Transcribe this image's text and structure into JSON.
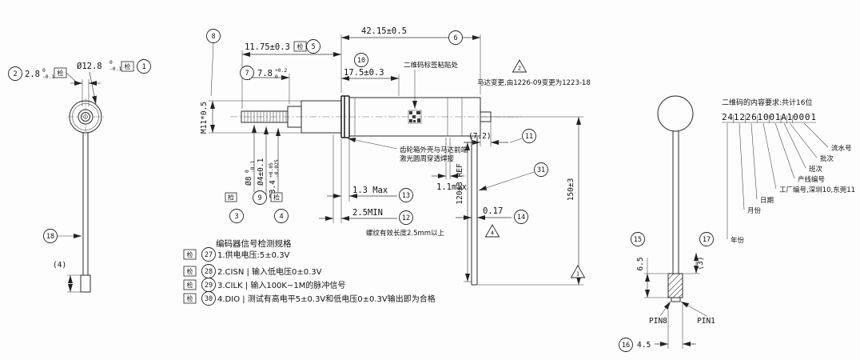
{
  "meta": {
    "ink_color": "#1d1d1d",
    "background_color": "#ffffff"
  },
  "labels": {
    "inspect": "检"
  },
  "balloons": {
    "b1": "1",
    "b2": "2",
    "b3": "3",
    "b4": "4",
    "b5": "5",
    "b6": "6",
    "b7": "7",
    "b8": "8",
    "b9": "9",
    "b10": "10",
    "b11": "11",
    "b12": "12",
    "b13": "13",
    "b14": "14",
    "b15": "15",
    "b16": "16",
    "b17": "17",
    "b18": "18",
    "b27": "27",
    "b28": "28",
    "b29": "29",
    "b30": "30",
    "b31": "31"
  },
  "triangles": {
    "t1": "1",
    "t2": "2",
    "t4": "4"
  },
  "left_view": {
    "dim_hub": {
      "val": "2.8",
      "up": "0",
      "low": "-0.1"
    },
    "dim_outer": {
      "val": "Ø12.8",
      "up": "0",
      "low": "-0.1"
    },
    "dim_tip": "(4)"
  },
  "main_view": {
    "dim_total": "42.15±0.5",
    "dim_front": "11.75±0.3",
    "dim_stud": {
      "val": "7.8",
      "up": "+0.2",
      "low": "0"
    },
    "dim_body_front": "17.5±0.3",
    "thread_spec": "M11*0.5",
    "qr_sticker_note": "二维码标签粘贴处",
    "change_note": "马达变更,由1226-09变更为1223-18",
    "weld_note_line1": "齿轮箱外壳与马达前端",
    "weld_note_line2": "激光圆周穿透焊接",
    "dim_d8": {
      "val": "Ø8",
      "up": "0",
      "low": "-0.1"
    },
    "dim_d4": "Ø4±0.1",
    "dim_d34": {
      "val": "Ø3.4",
      "up": "+0.05",
      "low": "-0.025"
    },
    "dim_flange": "1.3 Max",
    "dim_thread_len": "2.5MIN",
    "thread_note": "螺纹有效长度2.5mm以上",
    "dim_gap": "1.1max",
    "dim_wire": "0.17",
    "dim_stub": "(7.2)",
    "dim_cable_ref": "120±3 REF",
    "dim_overall": "150±3"
  },
  "right_view": {
    "dim_conn": "6.5",
    "dim_rod": "(3)",
    "dim_conn_w": "4.5",
    "pin8": "PIN8",
    "pin1": "PIN1"
  },
  "qr_info": {
    "title": "二维码的内容要求:共计16位",
    "code": "2412261001A10001",
    "fields": {
      "serial": "流水号",
      "batch": "批次",
      "shift": "班次",
      "line_no": "产线编号",
      "factory": "工厂编号,深圳10,东莞11",
      "day": "日期",
      "month": "月份",
      "year": "年份"
    }
  },
  "encoder_spec": {
    "title": "编码器信号检测规格",
    "line1": "1.供电电压:5±0.3V",
    "line2": "2.CISN | 输入低电压0±0.3V",
    "line3": "3.CILK | 输入100K~1M的脉冲信号",
    "line4": "4.DIO | 测试有高电平5±0.3V和低电压0±0.3V输出即为合格"
  }
}
